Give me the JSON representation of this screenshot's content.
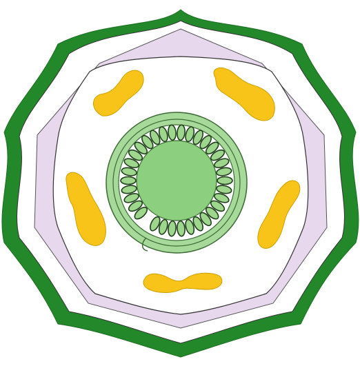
{
  "diagram": {
    "kind": "floral-diagram",
    "colors": {
      "calyx": "#22882a",
      "corolla": "#e8d8ee",
      "stamen": "#f9c41a",
      "ovary_wall": "#a6d99a",
      "ovary_center": "#8ccf7e",
      "ovule": "#9ed68e",
      "outline": "#333333",
      "background": "#ffffff"
    },
    "counts": {
      "sepals": 5,
      "petals": 5,
      "stamens": 5
    }
  }
}
